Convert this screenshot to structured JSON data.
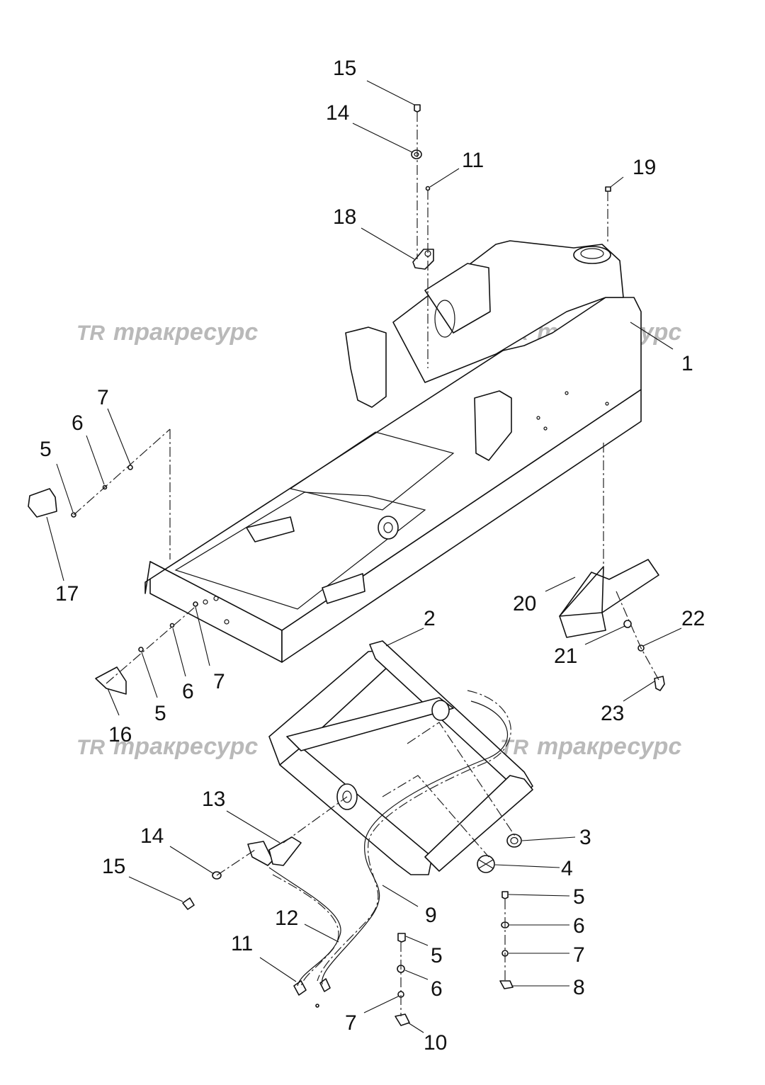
{
  "watermark": {
    "logo": "TR",
    "text": "тракресурс",
    "color": "#b9b9b9"
  },
  "callouts": [
    {
      "id": "c15a",
      "label": "15"
    },
    {
      "id": "c14a",
      "label": "14"
    },
    {
      "id": "c11a",
      "label": "11"
    },
    {
      "id": "c19",
      "label": "19"
    },
    {
      "id": "c18",
      "label": "18"
    },
    {
      "id": "c1",
      "label": "1"
    },
    {
      "id": "c7a",
      "label": "7"
    },
    {
      "id": "c6a",
      "label": "6"
    },
    {
      "id": "c5a",
      "label": "5"
    },
    {
      "id": "c17",
      "label": "17"
    },
    {
      "id": "c20",
      "label": "20"
    },
    {
      "id": "c22",
      "label": "22"
    },
    {
      "id": "c21",
      "label": "21"
    },
    {
      "id": "c2",
      "label": "2"
    },
    {
      "id": "c7b",
      "label": "7"
    },
    {
      "id": "c6b",
      "label": "6"
    },
    {
      "id": "c5b",
      "label": "5"
    },
    {
      "id": "c16",
      "label": "16"
    },
    {
      "id": "c23",
      "label": "23"
    },
    {
      "id": "c13",
      "label": "13"
    },
    {
      "id": "c14b",
      "label": "14"
    },
    {
      "id": "c15b",
      "label": "15"
    },
    {
      "id": "c3",
      "label": "3"
    },
    {
      "id": "c4",
      "label": "4"
    },
    {
      "id": "c5c",
      "label": "5"
    },
    {
      "id": "c9",
      "label": "9"
    },
    {
      "id": "c6c",
      "label": "6"
    },
    {
      "id": "c12",
      "label": "12"
    },
    {
      "id": "c5d",
      "label": "5"
    },
    {
      "id": "c7c",
      "label": "7"
    },
    {
      "id": "c11b",
      "label": "11"
    },
    {
      "id": "c6d",
      "label": "6"
    },
    {
      "id": "c8",
      "label": "8"
    },
    {
      "id": "c7d",
      "label": "7"
    },
    {
      "id": "c10",
      "label": "10"
    }
  ]
}
